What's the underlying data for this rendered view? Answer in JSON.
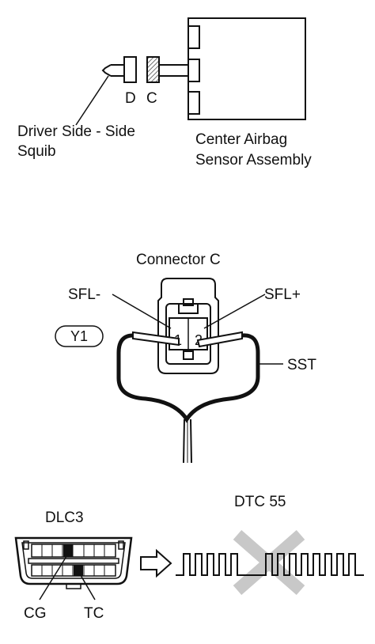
{
  "top_section": {
    "pin_d_label": "D",
    "pin_c_label": "C",
    "squib_label_line1": "Driver Side - Side",
    "squib_label_line2": "Squib",
    "sensor_label_line1": "Center Airbag",
    "sensor_label_line2": "Sensor Assembly"
  },
  "connector_section": {
    "title": "Connector C",
    "pin_left_label": "SFL-",
    "pin_right_label": "SFL+",
    "pin_1": "1",
    "pin_2": "2",
    "tag_label": "Y1",
    "tool_label": "SST"
  },
  "dlc_section": {
    "dlc_title": "DLC3",
    "dtc_title": "DTC 55",
    "cg_label": "CG",
    "tc_label": "TC"
  },
  "colors": {
    "line": "#111111",
    "cross": "#c8c8c8",
    "hatch": "#555555"
  }
}
